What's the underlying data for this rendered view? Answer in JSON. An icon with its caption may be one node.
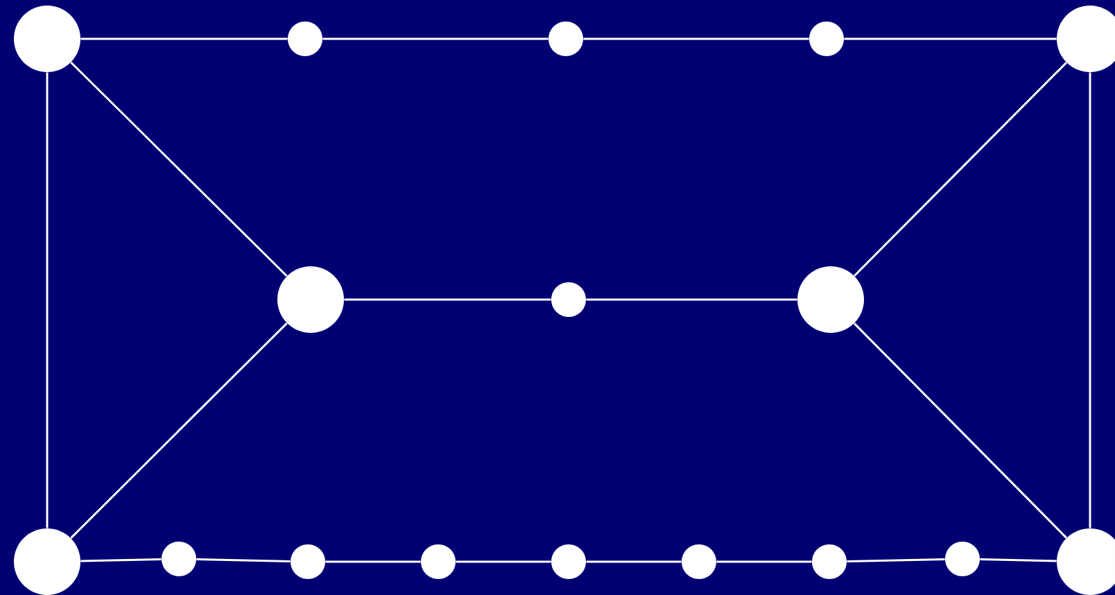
{
  "diagram": {
    "nodes": [
      {
        "text": [],
        "shape": "circle"
      },
      {
        "text": [],
        "shape": "circle"
      },
      {
        "text": [],
        "shape": "circle"
      },
      {
        "text": [],
        "shape": "circle"
      },
      {
        "text": [],
        "shape": "circle"
      },
      {
        "text": [],
        "shape": "circle"
      },
      {
        "text": [],
        "shape": "circle"
      },
      {
        "text": [],
        "shape": "circle"
      },
      {
        "text": [],
        "shape": "circle"
      },
      {
        "text": [],
        "shape": "circle"
      },
      {
        "text": [],
        "shape": "circle"
      },
      {
        "text": [],
        "shape": "circle"
      },
      {
        "text": [],
        "shape": "circle"
      },
      {
        "text": [],
        "shape": "circle"
      },
      {
        "text": [],
        "shape": "circle"
      },
      {
        "text": [],
        "shape": "circle"
      },
      {
        "text": [],
        "shape": "circle"
      }
    ],
    "edges": [
      {
        "from": 0,
        "to": 1,
        "arrow": "none"
      },
      {
        "from": 1,
        "to": 2,
        "arrow": "none"
      },
      {
        "from": 2,
        "to": 3,
        "arrow": "none"
      },
      {
        "from": 3,
        "to": 4,
        "arrow": "none"
      },
      {
        "from": 0,
        "to": 5,
        "arrow": "none"
      },
      {
        "from": 4,
        "to": 7,
        "arrow": "none"
      },
      {
        "from": 5,
        "to": 6,
        "arrow": "none"
      },
      {
        "from": 6,
        "to": 7,
        "arrow": "none"
      },
      {
        "from": 0,
        "to": 8,
        "arrow": "none"
      },
      {
        "from": 4,
        "to": 16,
        "arrow": "none"
      },
      {
        "from": 5,
        "to": 8,
        "arrow": "none"
      },
      {
        "from": 7,
        "to": 16,
        "arrow": "none"
      },
      {
        "from": 8,
        "to": 9,
        "arrow": "none"
      },
      {
        "from": 9,
        "to": 10,
        "arrow": "none"
      },
      {
        "from": 10,
        "to": 11,
        "arrow": "none"
      },
      {
        "from": 11,
        "to": 12,
        "arrow": "none"
      },
      {
        "from": 12,
        "to": 13,
        "arrow": "none"
      },
      {
        "from": 13,
        "to": 14,
        "arrow": "none"
      },
      {
        "from": 14,
        "to": 15,
        "arrow": "none"
      },
      {
        "from": 15,
        "to": 16,
        "arrow": "none"
      }
    ]
  }
}
